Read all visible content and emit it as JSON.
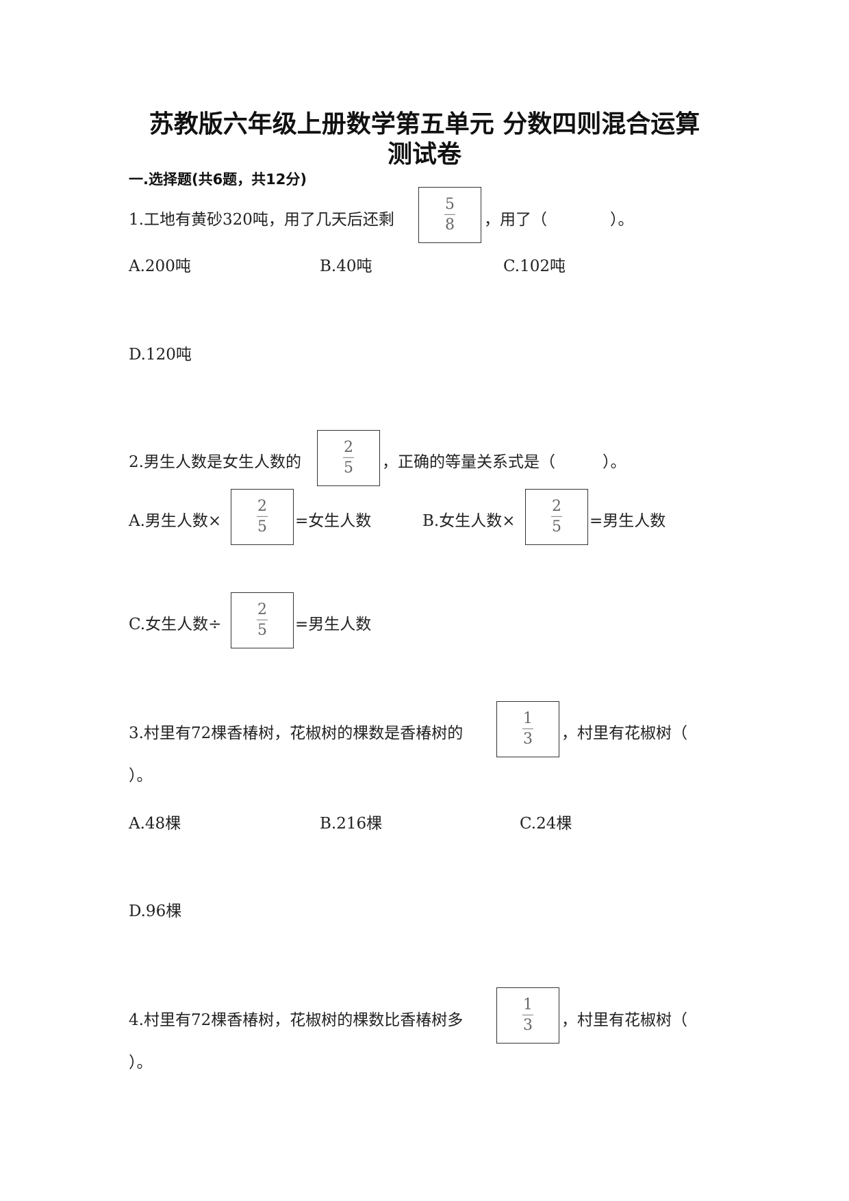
{
  "title": {
    "line1": "苏教版六年级上册数学第五单元 分数四则混合运算",
    "line2": "测试卷"
  },
  "section": "一.选择题(共6题，共12分)",
  "questions": [
    {
      "before": "1.工地有黄砂320吨，用了几天后还剩",
      "fraction": {
        "num": "5",
        "den": "8"
      },
      "after": "，用了（　　　　）。",
      "options": [
        "A.200吨",
        "B.40吨",
        "C.102吨",
        "D.120吨"
      ]
    },
    {
      "before": "2.男生人数是女生人数的",
      "fraction": {
        "num": "2",
        "den": "5"
      },
      "after": "，正确的等量关系式是（　　　）。",
      "options": [
        {
          "before": "A.男生人数×",
          "fraction": {
            "num": "2",
            "den": "5"
          },
          "after": "=女生人数"
        },
        {
          "before": "B.女生人数×",
          "fraction": {
            "num": "2",
            "den": "5"
          },
          "after": "=男生人数"
        },
        {
          "before": "C.女生人数÷",
          "fraction": {
            "num": "2",
            "den": "5"
          },
          "after": "=男生人数"
        }
      ]
    },
    {
      "before": "3.村里有72棵香椿树，花椒树的棵数是香椿树的",
      "fraction": {
        "num": "1",
        "den": "3"
      },
      "after": "，村里有花椒树（",
      "after2": "）。",
      "options": [
        "A.48棵",
        "B.216棵",
        "C.24棵",
        "D.96棵"
      ]
    },
    {
      "before": "4.村里有72棵香椿树，花椒树的棵数比香椿树多",
      "fraction": {
        "num": "1",
        "den": "3"
      },
      "after": "，村里有花椒树（",
      "after2": "）。"
    }
  ]
}
